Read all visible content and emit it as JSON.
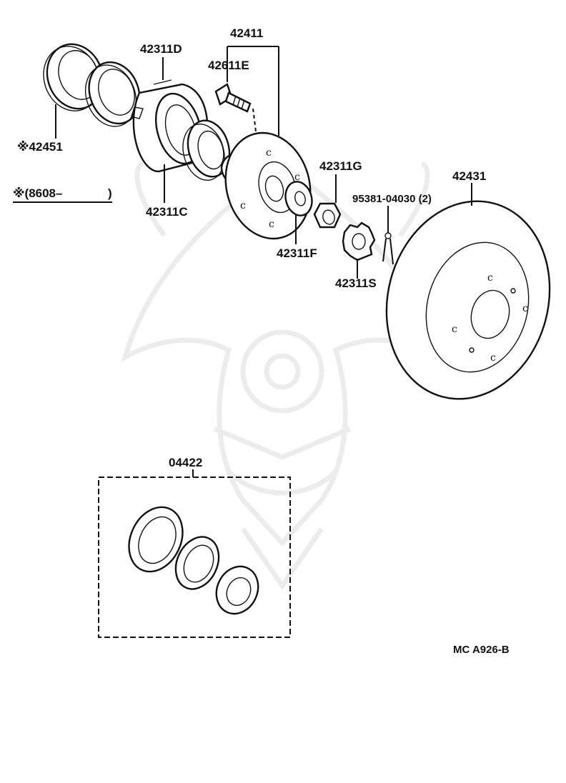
{
  "labels": {
    "p42411": "42411",
    "p42311D": "42311D",
    "p42611E": "42611E",
    "p42451": "42451",
    "p8608": "(8608–",
    "p8608_close": ")",
    "p42311C": "42311C",
    "p42311G": "42311G",
    "p42311F": "42311F",
    "p42311S": "42311S",
    "p95381": "95381-04030 (2)",
    "p42431": "42431",
    "p04422": "04422",
    "code": "MC  A926-B"
  },
  "marks": {
    "reference": "※"
  }
}
